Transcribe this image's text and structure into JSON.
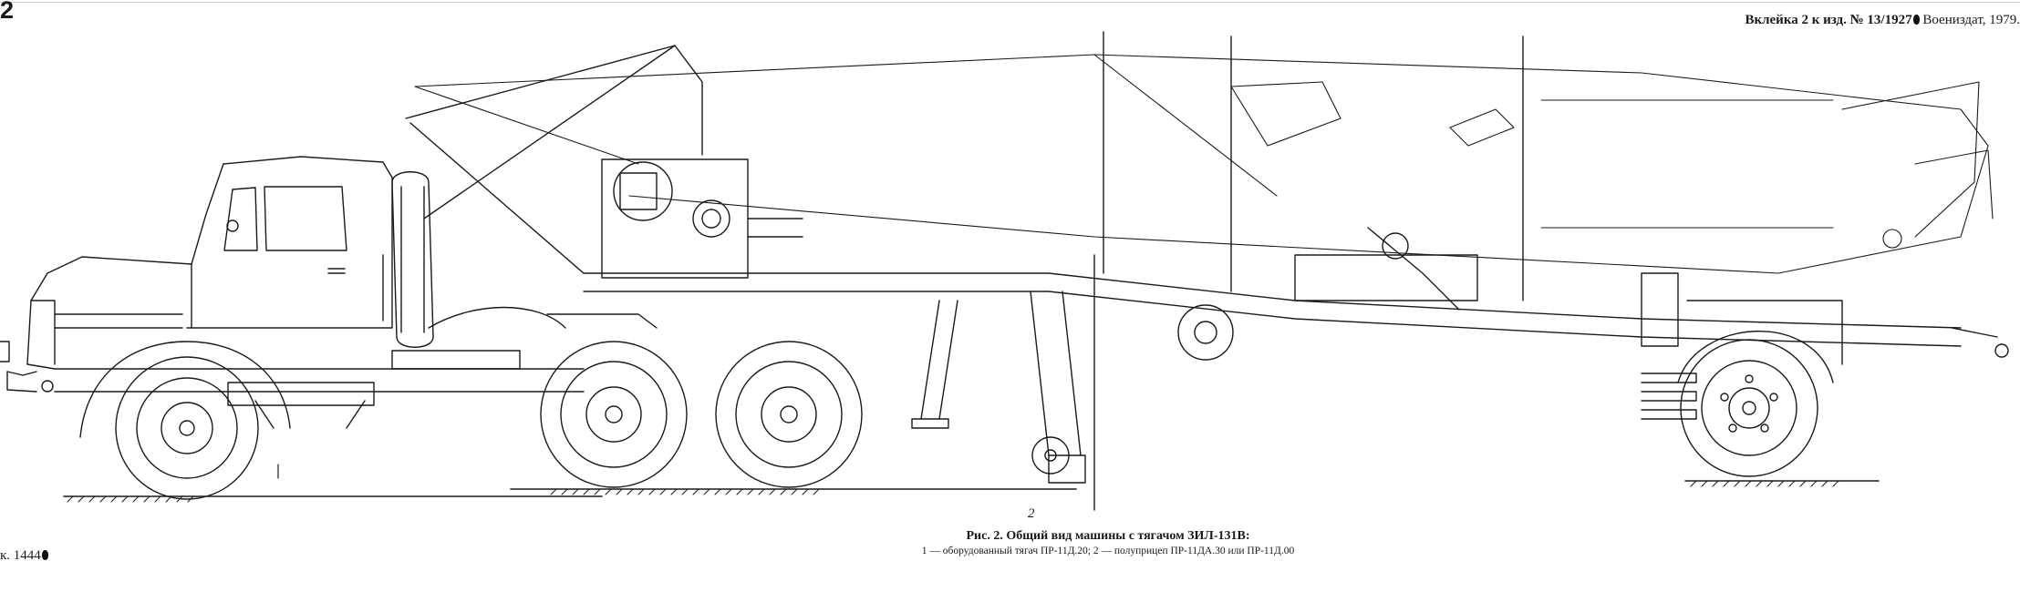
{
  "header": {
    "page_number": "2",
    "plate_label": "Вклейка 2 к изд. № 13/1927",
    "publisher": "Воениздат, 1979."
  },
  "figure": {
    "position_label": "2",
    "caption_title": "Рис. 2. Общий вид машины с тягачом ЗИЛ-131В:",
    "caption_legend": "1 — оборудованный тягач ПР-11Д.20; 2 — полуприцеп ПР-11ДА.30 или ПР-11Д.00"
  },
  "footer": {
    "order_mark": "к. 1444"
  },
  "colors": {
    "ink": "#1a1a1a",
    "paper": "#ffffff"
  }
}
